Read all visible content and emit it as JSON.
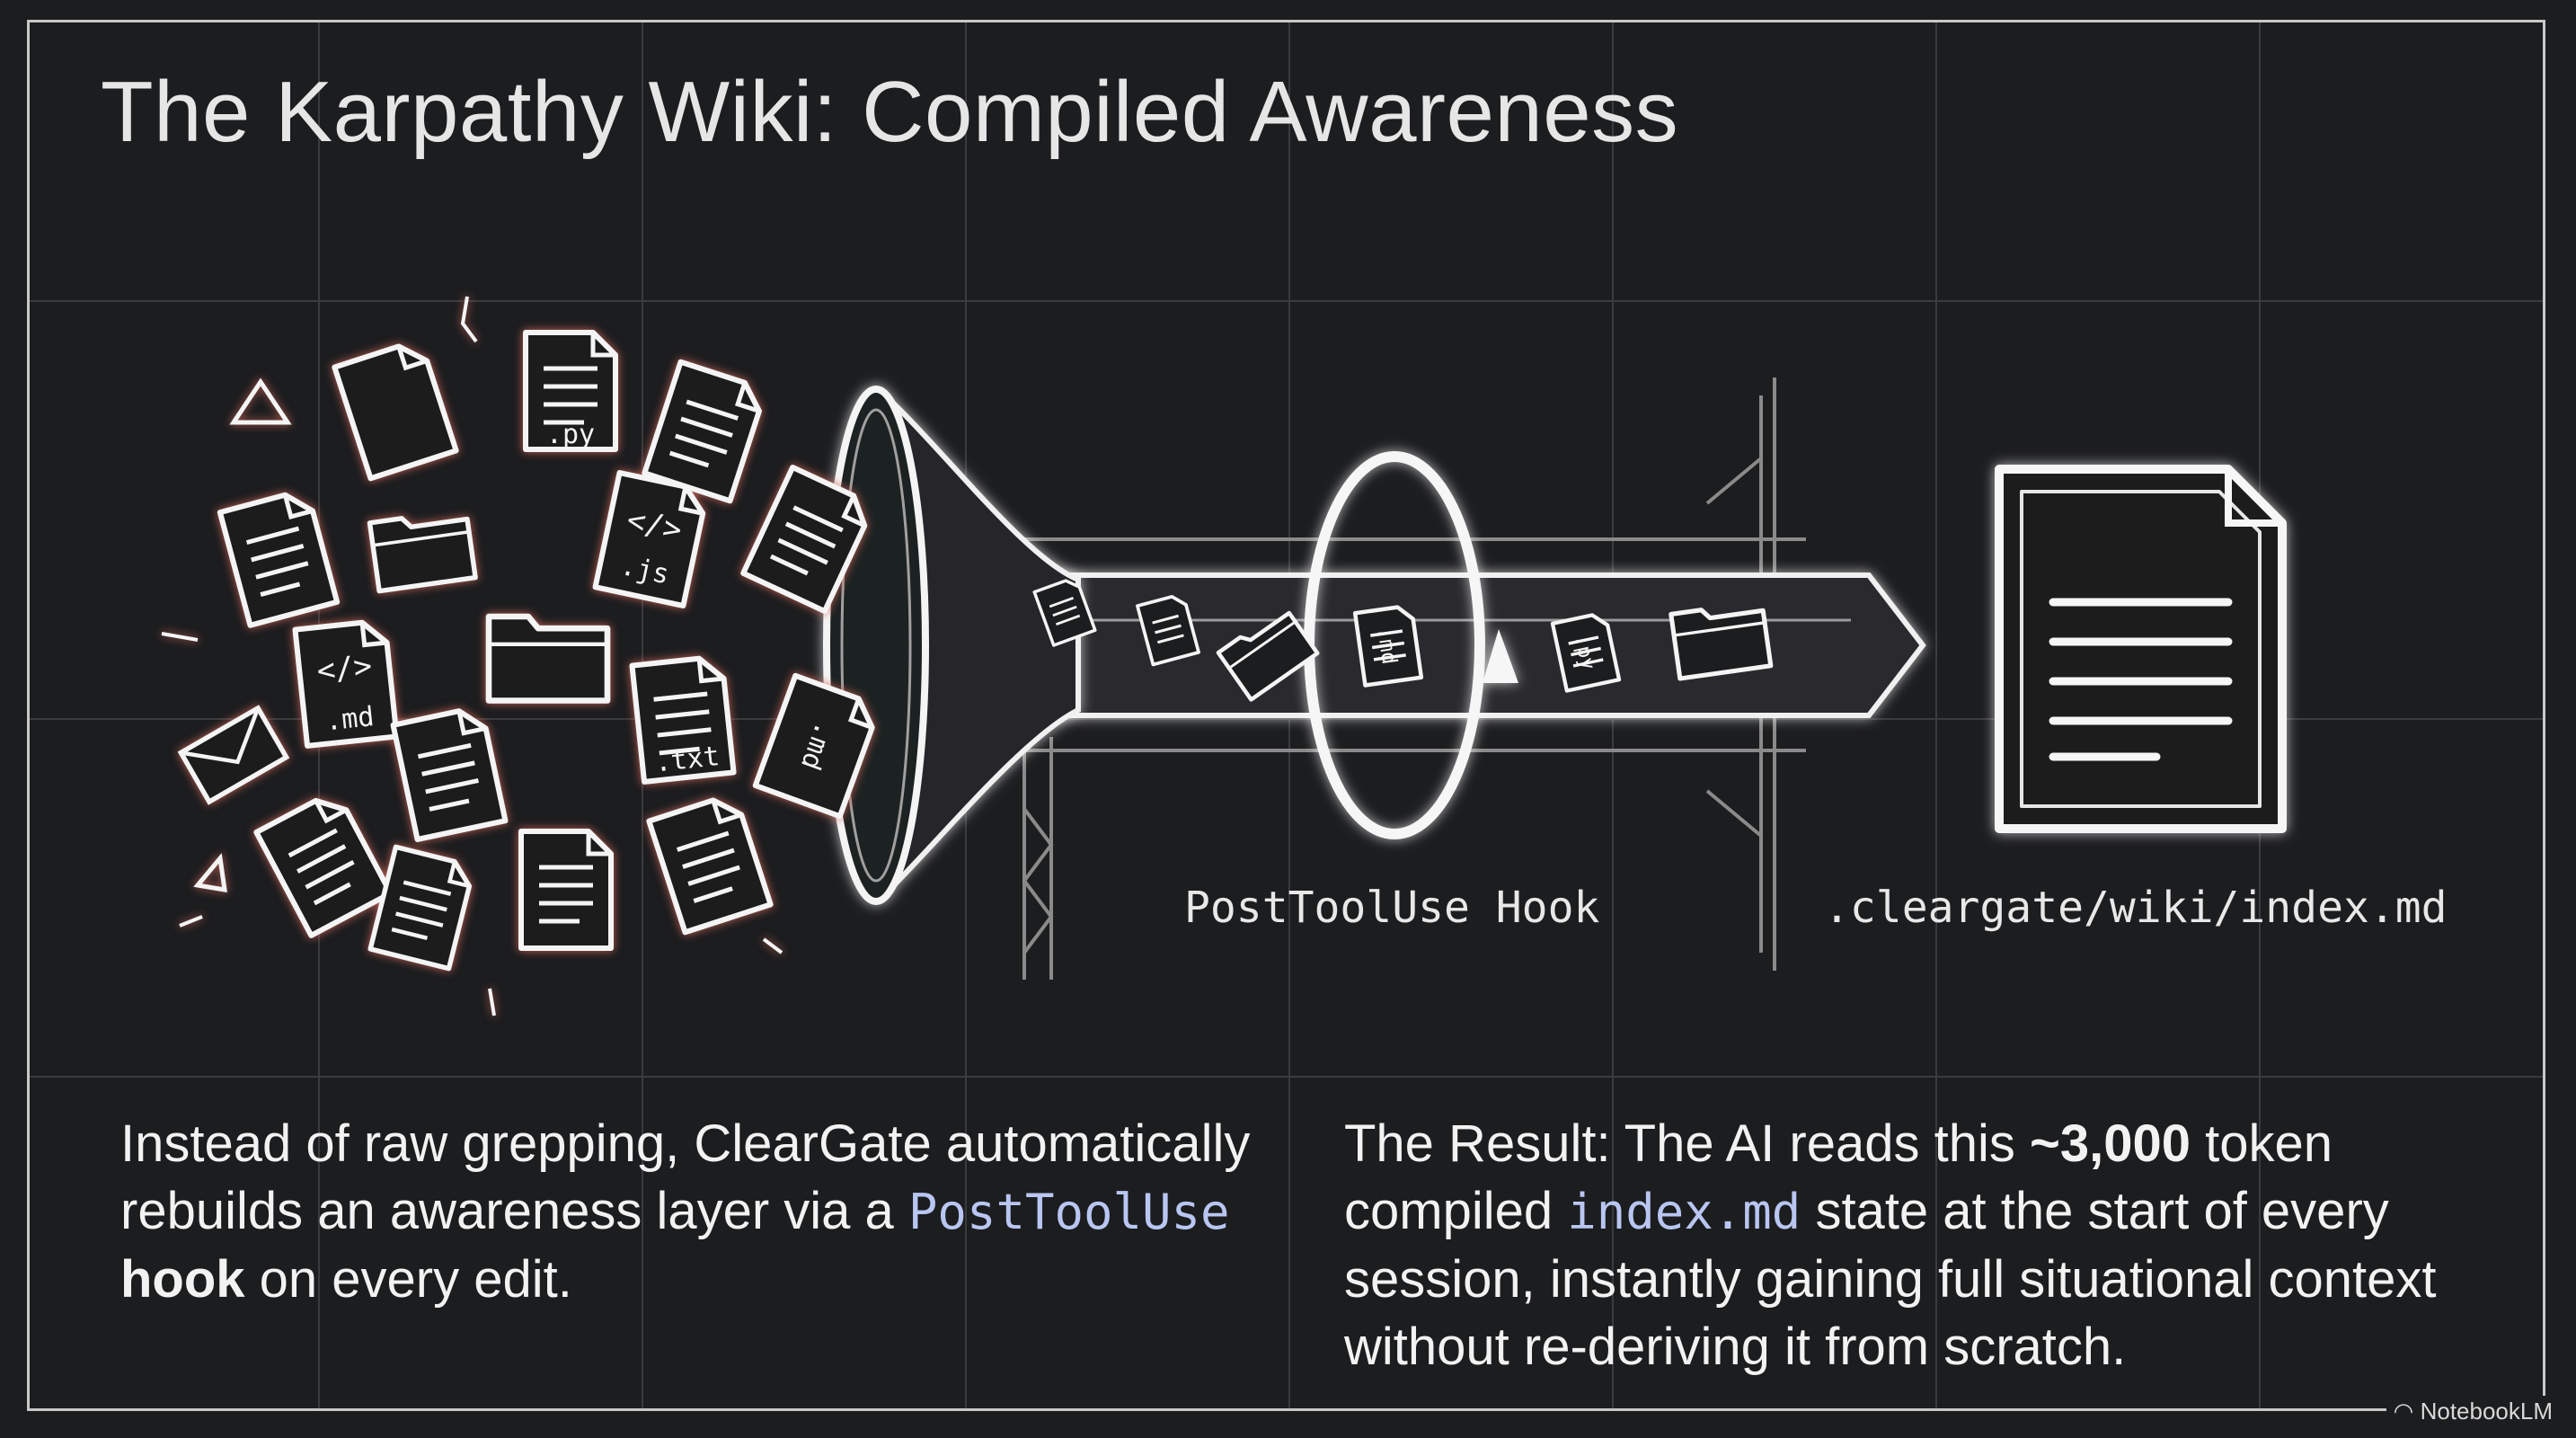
{
  "title": "The Karpathy Wiki: Compiled Awareness",
  "illustration": {
    "file_labels": [
      ".py",
      ".js",
      ".md",
      ".txt",
      ".md",
      ".md",
      ".py"
    ],
    "hook_label": "PostToolUse Hook",
    "output_label": ".cleargate/wiki/index.md"
  },
  "left_text": {
    "part1": "Instead of raw grepping, ClearGate automatically rebuilds an awareness layer via a ",
    "code": "PostToolUse",
    "bold": "hook",
    "part2": " on every edit."
  },
  "right_text": {
    "part1": "The Result: The AI reads this ",
    "bold": "~3,000",
    "part2": " token compiled ",
    "code": "index.md",
    "part3": " state at the start of every session, instantly gaining full situational context without re-deriving it from scratch."
  },
  "watermark": "NotebookLM",
  "colors": {
    "background": "#1c1d1f",
    "grid": "#3a3b3e",
    "glow_red": "#d4685a",
    "code_text": "#b9c6f2"
  }
}
